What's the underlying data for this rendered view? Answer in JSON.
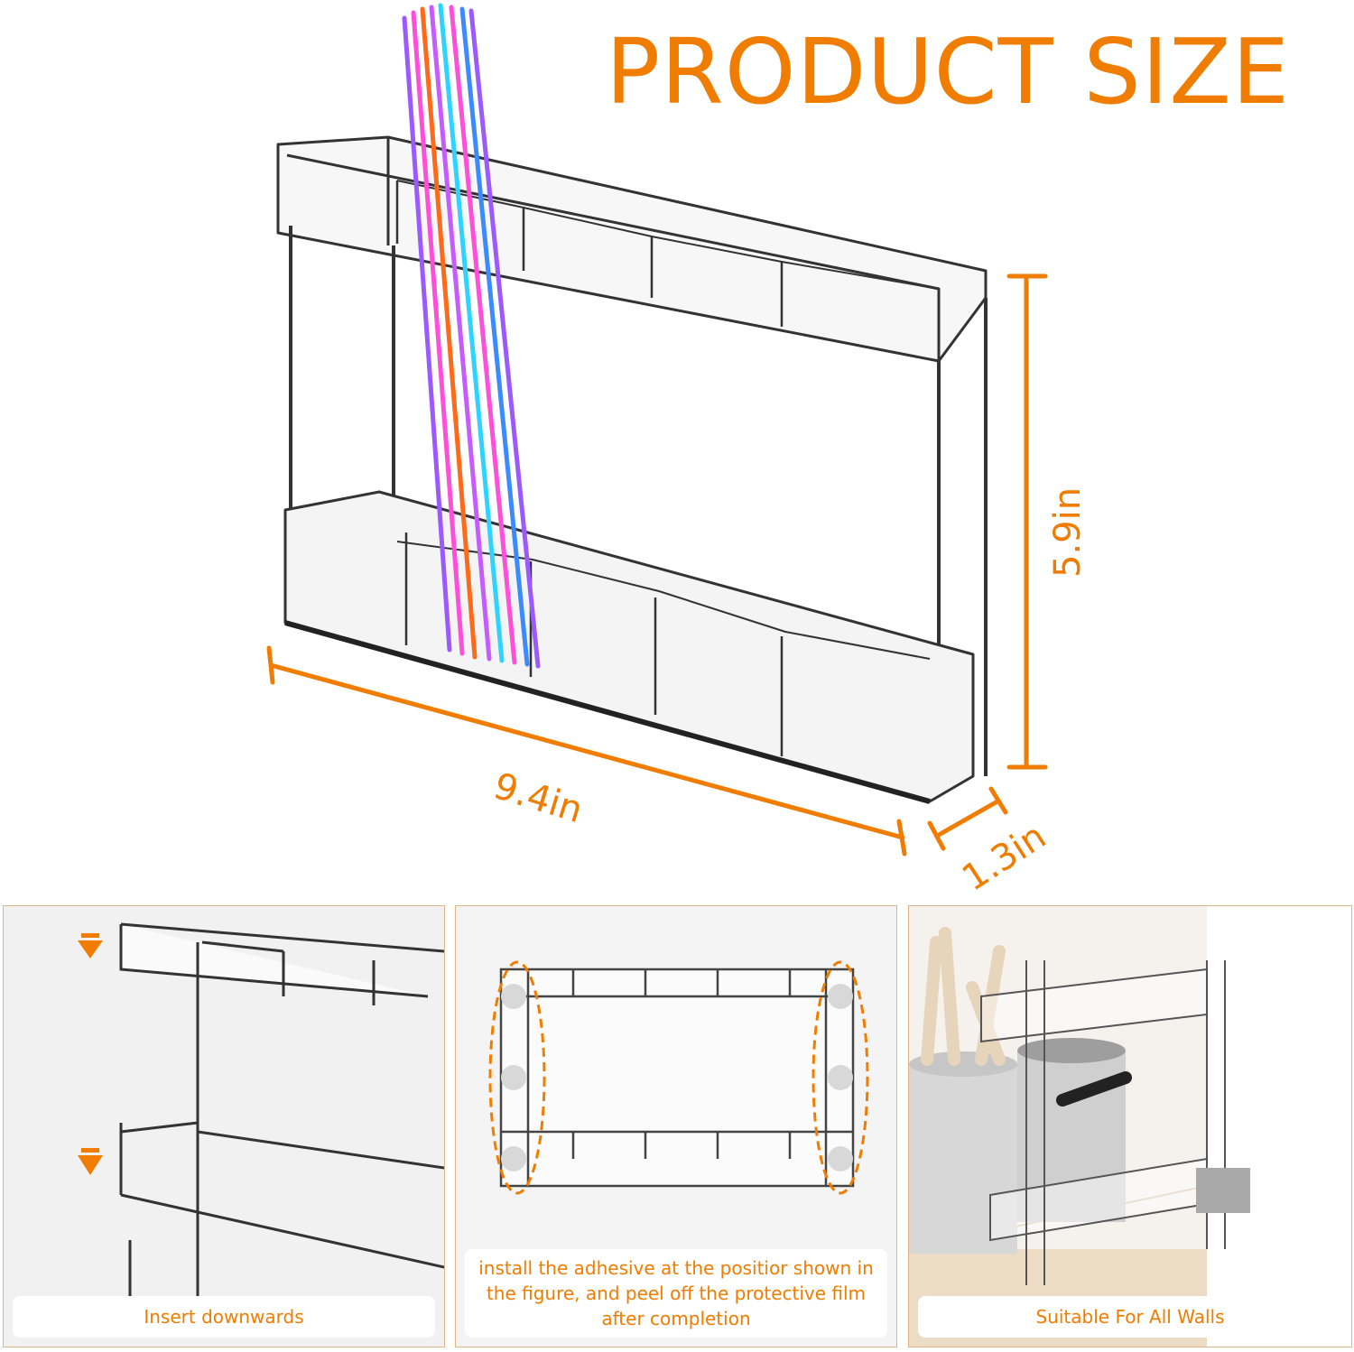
{
  "header": {
    "title": "PRODUCT SIZE"
  },
  "dimensions": {
    "width": "9.4in",
    "height": "5.9in",
    "depth": "1.3in"
  },
  "panels": [
    {
      "caption": "Insert downwards"
    },
    {
      "caption": "install the adhesive at the positior shown in the figure, and peel off the protective film after completion"
    },
    {
      "caption": "Suitable For All Walls"
    }
  ],
  "colors": {
    "accent": "#f07c00",
    "straws": [
      "#9b59ff",
      "#ff4fd8",
      "#ff6a1a",
      "#2fd3ff",
      "#3b8bff",
      "#c45cff"
    ]
  },
  "icons": [
    "arrow-down-icon"
  ]
}
